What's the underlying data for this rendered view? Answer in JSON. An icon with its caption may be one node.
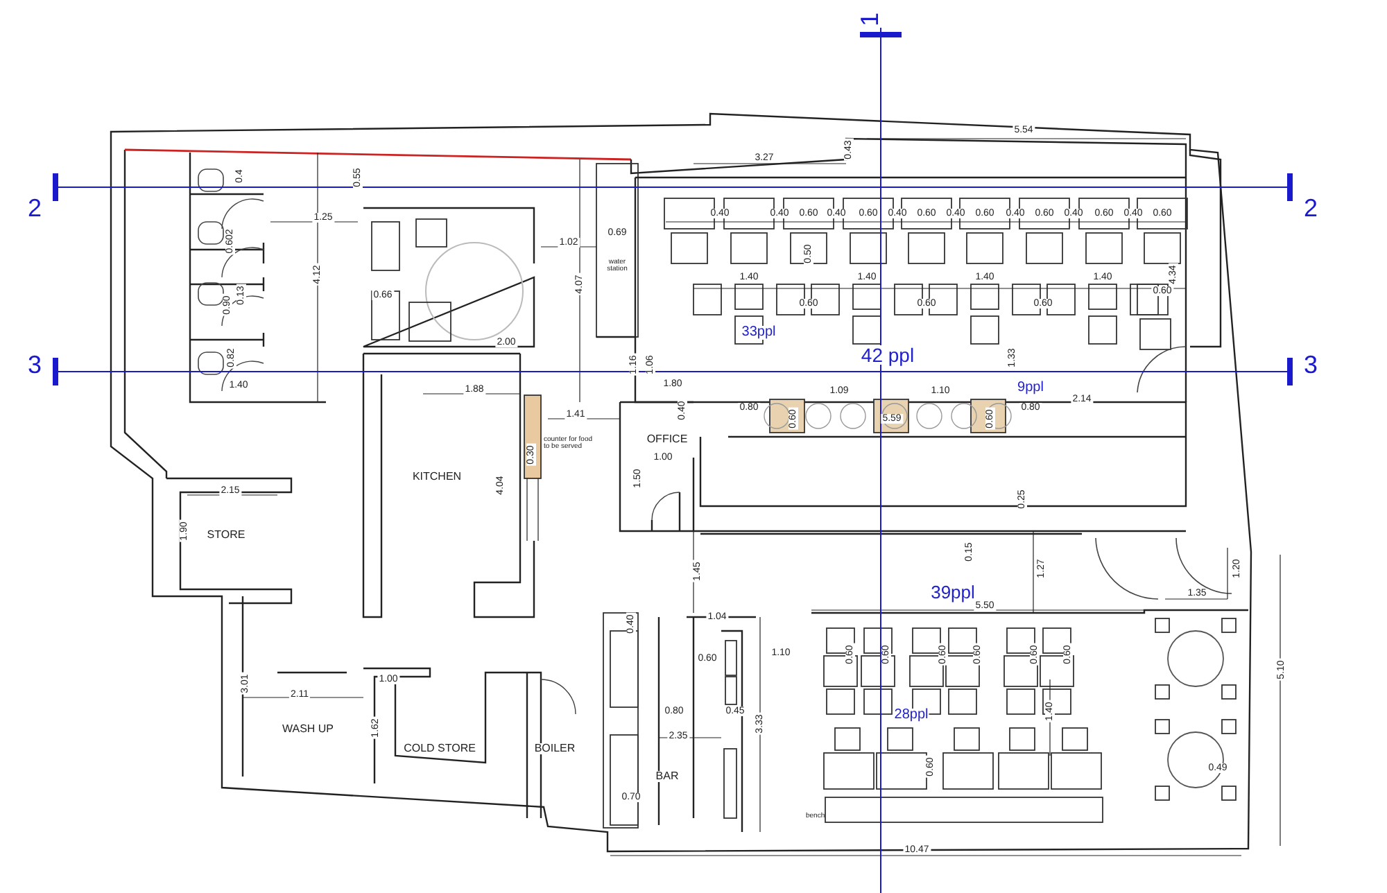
{
  "diagram": {
    "labels": [
      "1",
      "5.54",
      "3.27",
      "0.43",
      "2",
      "0.4",
      "0.55",
      "2",
      "0.40",
      "0.40",
      "0.60",
      "0.40",
      "0.60",
      "0.40",
      "0.60",
      "0.40",
      "0.60",
      "0.40",
      "0.60",
      "0.40",
      "0.60",
      "0.40",
      "0.60",
      "1.25",
      "0.69",
      "0.602",
      "1.02",
      "0.50",
      "water station",
      "4.12",
      "1.40",
      "1.40",
      "1.40",
      "1.40",
      "4.34",
      "4.07",
      "0.66",
      "0.90",
      "0.13",
      "0.60",
      "0.60",
      "0.60",
      "0.60",
      "33ppl",
      "2.00",
      "3",
      "0.82",
      "1.16",
      "1.06",
      "42 ppl",
      "1.33",
      "3",
      "1.40",
      "1.80",
      "9ppl",
      "1.88",
      "1.09",
      "1.10",
      "2.14",
      "0.80",
      "0.40",
      "0.80",
      "1.41",
      "0.60",
      "5.59",
      "0.60",
      "OFFICE",
      "counter for food to be served",
      "0.30",
      "1.00",
      "KITCHEN",
      "4.04",
      "1.50",
      "2.15",
      "0.25",
      "1.90",
      "STORE",
      "1.45",
      "0.15",
      "1.27",
      "1.20",
      "39ppl",
      "1.35",
      "5.50",
      "1.04",
      "0.40",
      "0.60",
      "1.10",
      "0.60",
      "0.60",
      "0.60",
      "0.60",
      "0.60",
      "0.60",
      "5.10",
      "1.00",
      "3.01",
      "2.11",
      "0.80",
      "0.45",
      "28ppl",
      "1.40",
      "1.62",
      "WASH UP",
      "2.35",
      "3.33",
      "COLD STORE",
      "BOILER",
      "0.60",
      "0.49",
      "BAR",
      "0.70",
      "bench",
      "10.47"
    ]
  }
}
